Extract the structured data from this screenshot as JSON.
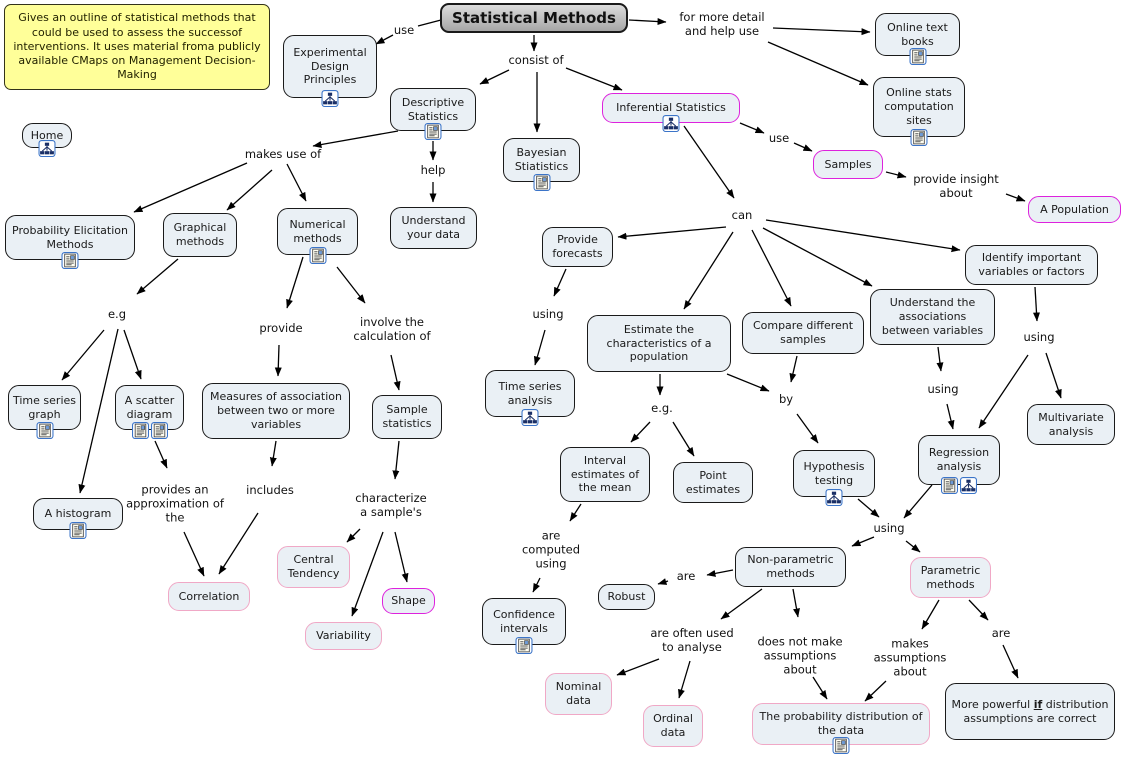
{
  "note": {
    "text": "Gives an outline of statistical methods that could be used to assess the successof interventions.  It uses material froma publicly available CMaps on Management Decision-Making"
  },
  "title": "Statistical Methods",
  "colors": {
    "node_fill": "#eaf0f5",
    "node_border": "#1a1a1a",
    "magenta_border": "#dd22dd",
    "pink_border": "#f0a8c6",
    "note_bg": "#ffff99",
    "title_bg": "#c0c0c0",
    "line": "#000000",
    "icon_border": "#3b74c8"
  },
  "icons": {
    "cmap": "concept-map-icon",
    "document": "document-icon"
  },
  "nodes": {
    "home": {
      "label": "Home"
    },
    "experimental": {
      "label": "Experimental Design Principles"
    },
    "online_text": {
      "label": "Online text books"
    },
    "online_stats": {
      "label": "Online stats computation sites"
    },
    "descriptive": {
      "label": "Descriptive Statistics"
    },
    "bayesian": {
      "label": "Bayesian Stiatistics"
    },
    "inferential": {
      "label": "Inferential Statistics"
    },
    "samples": {
      "label": "Samples"
    },
    "population": {
      "label": "A Population"
    },
    "understand_data": {
      "label": "Understand your data"
    },
    "prob_elicitation": {
      "label": "Probability Elicitation Methods"
    },
    "graphical": {
      "label": "Graphical methods"
    },
    "numerical": {
      "label": "Numerical methods"
    },
    "time_series_graph": {
      "label": "Time series graph"
    },
    "scatter": {
      "label": "A scatter diagram"
    },
    "measures": {
      "label": "Measures of association between two or more variables"
    },
    "sample_stats": {
      "label": "Sample statistics"
    },
    "histogram": {
      "label": "A histogram"
    },
    "correlation": {
      "label": "Correlation"
    },
    "central_tendency": {
      "label": "Central Tendency"
    },
    "variability": {
      "label": "Variability"
    },
    "shape": {
      "label": "Shape"
    },
    "provide_forecasts": {
      "label": "Provide forecasts"
    },
    "tsa": {
      "label": "Time series analysis"
    },
    "estimate": {
      "label": "Estimate the characteristics of a population"
    },
    "compare": {
      "label": "Compare different samples"
    },
    "understand_assoc": {
      "label": "Understand the associations between variables"
    },
    "identify": {
      "label": "Identify important variables or factors"
    },
    "multivariate": {
      "label": "Multivariate analysis"
    },
    "interval": {
      "label": "Interval estimates of the mean"
    },
    "point": {
      "label": "Point estimates"
    },
    "hypothesis": {
      "label": "Hypothesis testing"
    },
    "regression": {
      "label": "Regression analysis"
    },
    "confidence": {
      "label": "Confidence intervals"
    },
    "robust": {
      "label": "Robust"
    },
    "nonparametric": {
      "label": "Non-parametric methods"
    },
    "parametric": {
      "label": "Parametric methods"
    },
    "nominal": {
      "label": "Nominal data"
    },
    "ordinal": {
      "label": "Ordinal data"
    },
    "prob_dist": {
      "label": "The probability distribution of the data"
    },
    "more_powerful": {
      "pre": "More powerful",
      "emph": "if",
      "post": "distribution assumptions are correct"
    }
  },
  "labels": {
    "use_top": "use",
    "for_more_detail": "for more detail\nand help use",
    "consist_of": "consist of",
    "makes_use_of": "makes use of",
    "help": "help",
    "use_samples": "use",
    "provide_insight": "provide insight\nabout",
    "eg_left": "e.g",
    "provide": "provide",
    "involve": "involve the\ncalculation of",
    "provides_approx": "provides an\napproximation of\nthe",
    "includes": "includes",
    "characterize": "characterize\na sample's",
    "can": "can",
    "using_forecasts": "using",
    "eg_estimate": "e.g.",
    "by": "by",
    "using_assoc": "using",
    "using_identify": "using",
    "are_computed": "are\ncomputed\nusing",
    "are_robust": "are",
    "using_methods": "using",
    "are_often": "are often used\nto analyse",
    "does_not": "does not make\nassumptions\nabout",
    "makes_assumptions": "makes\nassumptions\nabout",
    "are_parametric": "are"
  }
}
